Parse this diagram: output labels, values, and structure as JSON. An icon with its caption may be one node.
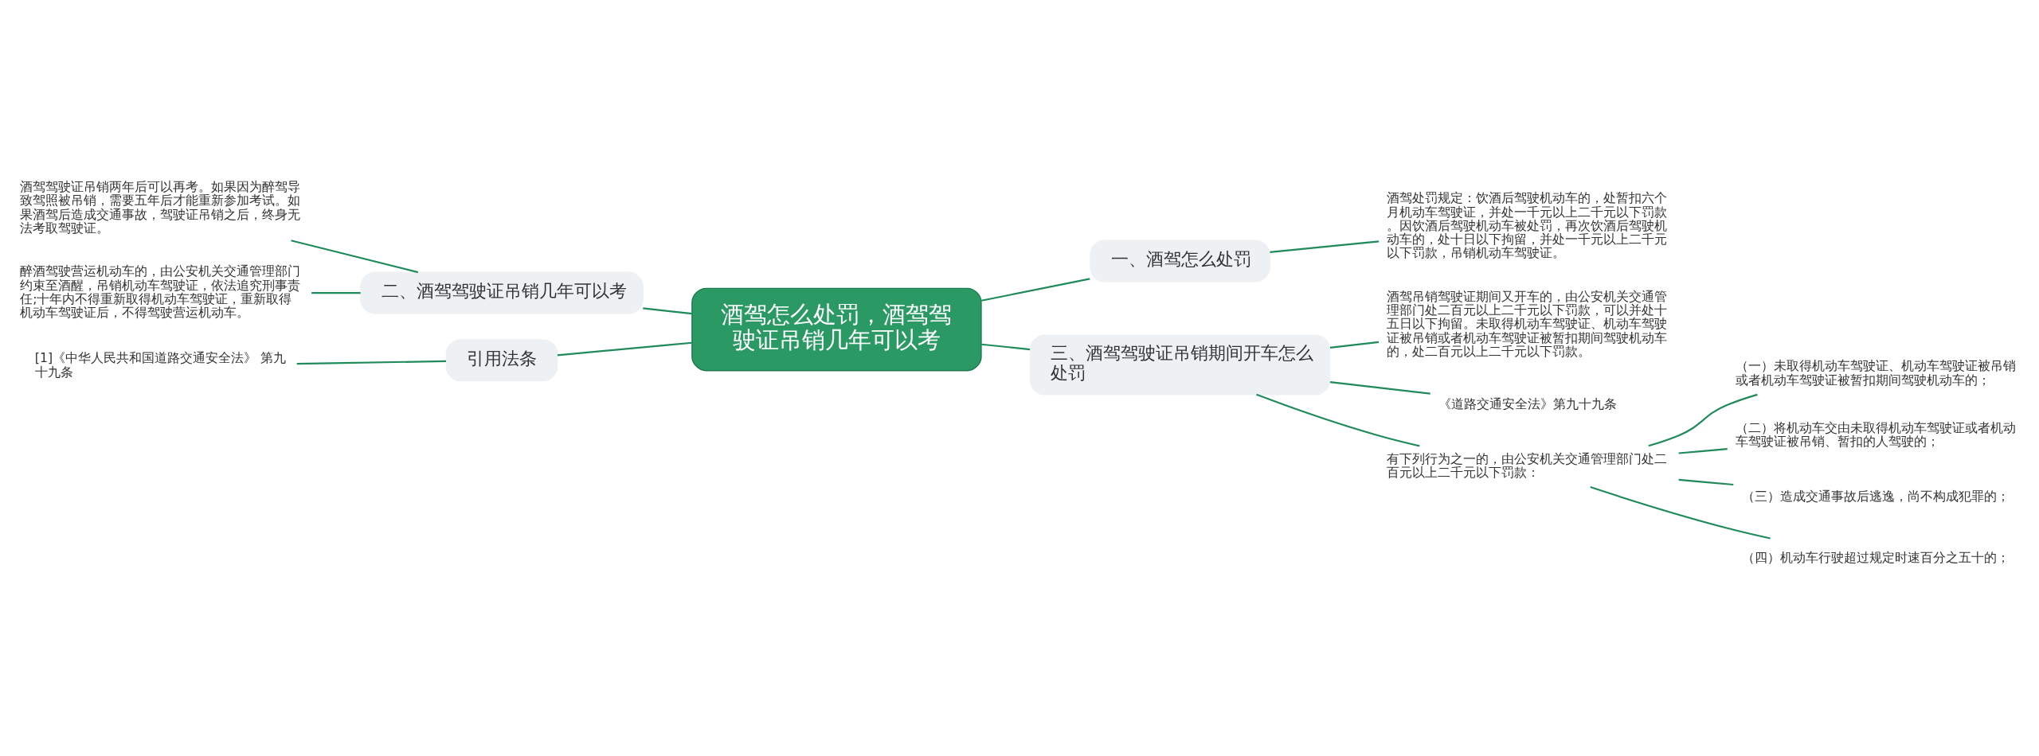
{
  "diagram": {
    "nodes": [
      {
        "text": [
          "酒驾怎么处罚，酒驾驾驶证吊销几年可以考"
        ]
      },
      {
        "text": [
          "一、酒驾怎么处罚"
        ]
      },
      {
        "text": [
          "酒驾处罚规定：饮酒后驾驶机动车的，处暂扣六个月机动车驾驶证，并处一千元以上二千元以下罚款。因饮酒后驾驶机动车被处罚，再次饮酒后驾驶机动车的，处十日以下拘留，并处一千元以上二千元以下罚款，吊销机动车驾驶证。"
        ]
      },
      {
        "text": [
          "二、酒驾驾驶证吊销几年可以考"
        ]
      },
      {
        "text": [
          "酒驾驾驶证吊销两年后可以再考。如果因为醉驾导致驾照被吊销，需要五年后才能重新参加考试。如果酒驾后造成交通事故，驾驶证吊销之后，终身无法考取驾驶证。"
        ]
      },
      {
        "text": [
          "醉酒驾驶营运机动车的，由公安机关交通管理部门约束至酒醒，吊销机动车驾驶证，依法追究刑事责任;十年内不得重新取得机动车驾驶证，重新取得机动车驾驶证后，不得驾驶营运机动车。"
        ]
      },
      {
        "text": [
          "引用法条"
        ]
      },
      {
        "text": [
          "[1]《中华人民共和国道路交通安全法》 第九十九条"
        ]
      },
      {
        "text": [
          "三、酒驾驾驶证吊销期间开车怎么处罚"
        ]
      },
      {
        "text": [
          "酒驾吊销驾驶证期间又开车的，由公安机关交通管理部门处二百元以上二千元以下罚款，可以并处十五日以下拘留。未取得机动车驾驶证、机动车驾驶证被吊销或者机动车驾驶证被暂扣期间驾驶机动车的，处二百元以上二千元以下罚款。"
        ]
      },
      {
        "text": [
          "《道路交通安全法》第九十九条"
        ]
      },
      {
        "text": [
          "有下列行为之一的，由公安机关交通管理部门处二百元以上二千元以下罚款："
        ]
      },
      {
        "text": [
          "（一）未取得机动车驾驶证、机动车驾驶证被吊销或者机动车驾驶证被暂扣期间驾驶机动车的；"
        ]
      },
      {
        "text": [
          "（二）将机动车交由未取得机动车驾驶证或者机动车驾驶证被吊销、暂扣的人驾驶的；"
        ]
      },
      {
        "text": [
          "（三）造成交通事故后逃逸，尚不构成犯罪的；"
        ]
      },
      {
        "text": [
          "（四）机动车行驶超过规定时速百分之五十的；"
        ]
      }
    ],
    "edges": [
      {
        "from": 0,
        "to": 1,
        "arrow": "none"
      },
      {
        "from": 1,
        "to": 2,
        "arrow": "none"
      },
      {
        "from": 0,
        "to": 3,
        "arrow": "none"
      },
      {
        "from": 3,
        "to": 4,
        "arrow": "none"
      },
      {
        "from": 3,
        "to": 5,
        "arrow": "none"
      },
      {
        "from": 0,
        "to": 6,
        "arrow": "none"
      },
      {
        "from": 6,
        "to": 7,
        "arrow": "none"
      },
      {
        "from": 0,
        "to": 8,
        "arrow": "none"
      },
      {
        "from": 8,
        "to": 9,
        "arrow": "none"
      },
      {
        "from": 8,
        "to": 10,
        "arrow": "none"
      },
      {
        "from": 8,
        "to": 11,
        "arrow": "none"
      },
      {
        "from": 11,
        "to": 12,
        "arrow": "none"
      },
      {
        "from": 11,
        "to": 13,
        "arrow": "none"
      },
      {
        "from": 11,
        "to": 14,
        "arrow": "none"
      },
      {
        "from": 11,
        "to": 15,
        "arrow": "none"
      }
    ]
  }
}
